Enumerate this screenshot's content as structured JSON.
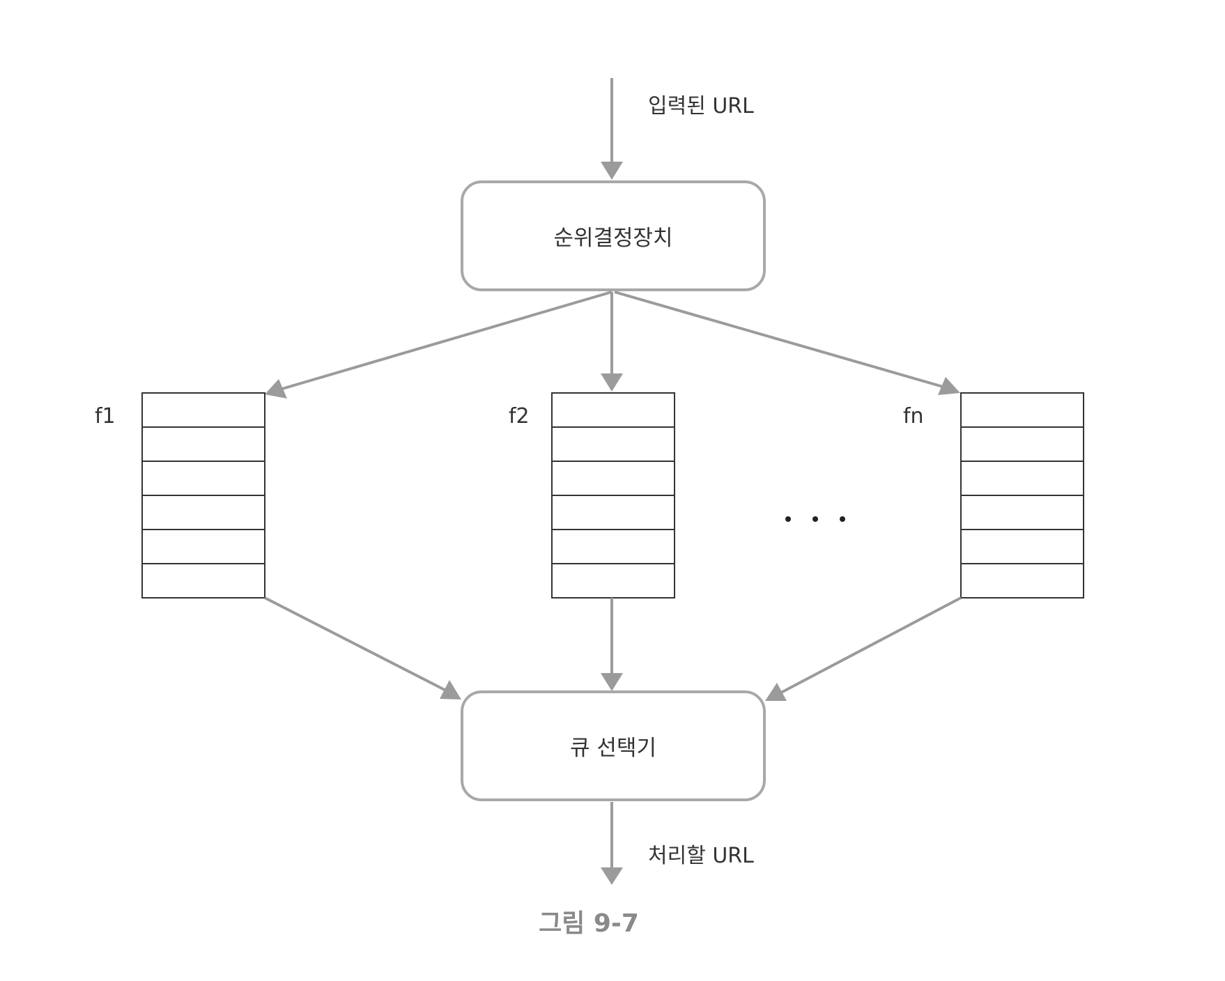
{
  "input_label": "입력된 URL",
  "prioritizer": {
    "label": "순위결정장치"
  },
  "queues": [
    {
      "label": "f1",
      "cells": 6
    },
    {
      "label": "f2",
      "cells": 6
    },
    {
      "label": "fn",
      "cells": 6
    }
  ],
  "ellipsis": ". . .",
  "selector": {
    "label": "큐 선택기"
  },
  "output_label": "처리할 URL",
  "caption": "그림 9-7",
  "colors": {
    "arrow": "#9b9b9b",
    "box_border": "#a8a8a8",
    "queue_border": "#333333",
    "caption": "#8a8a8a"
  }
}
